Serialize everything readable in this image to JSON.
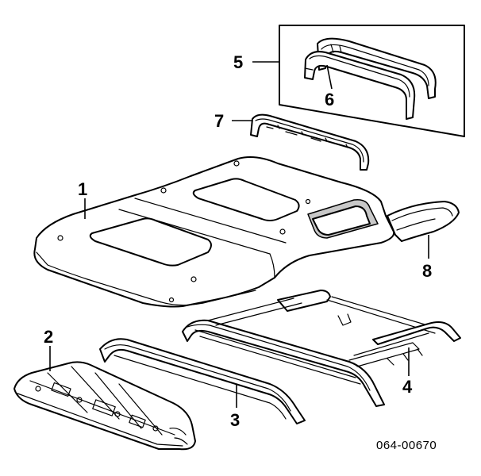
{
  "callouts": {
    "c1": "1",
    "c2": "2",
    "c3": "3",
    "c4": "4",
    "c5": "5",
    "c6": "6",
    "c7": "7",
    "c8": "8"
  },
  "reference_number": "064-00670"
}
